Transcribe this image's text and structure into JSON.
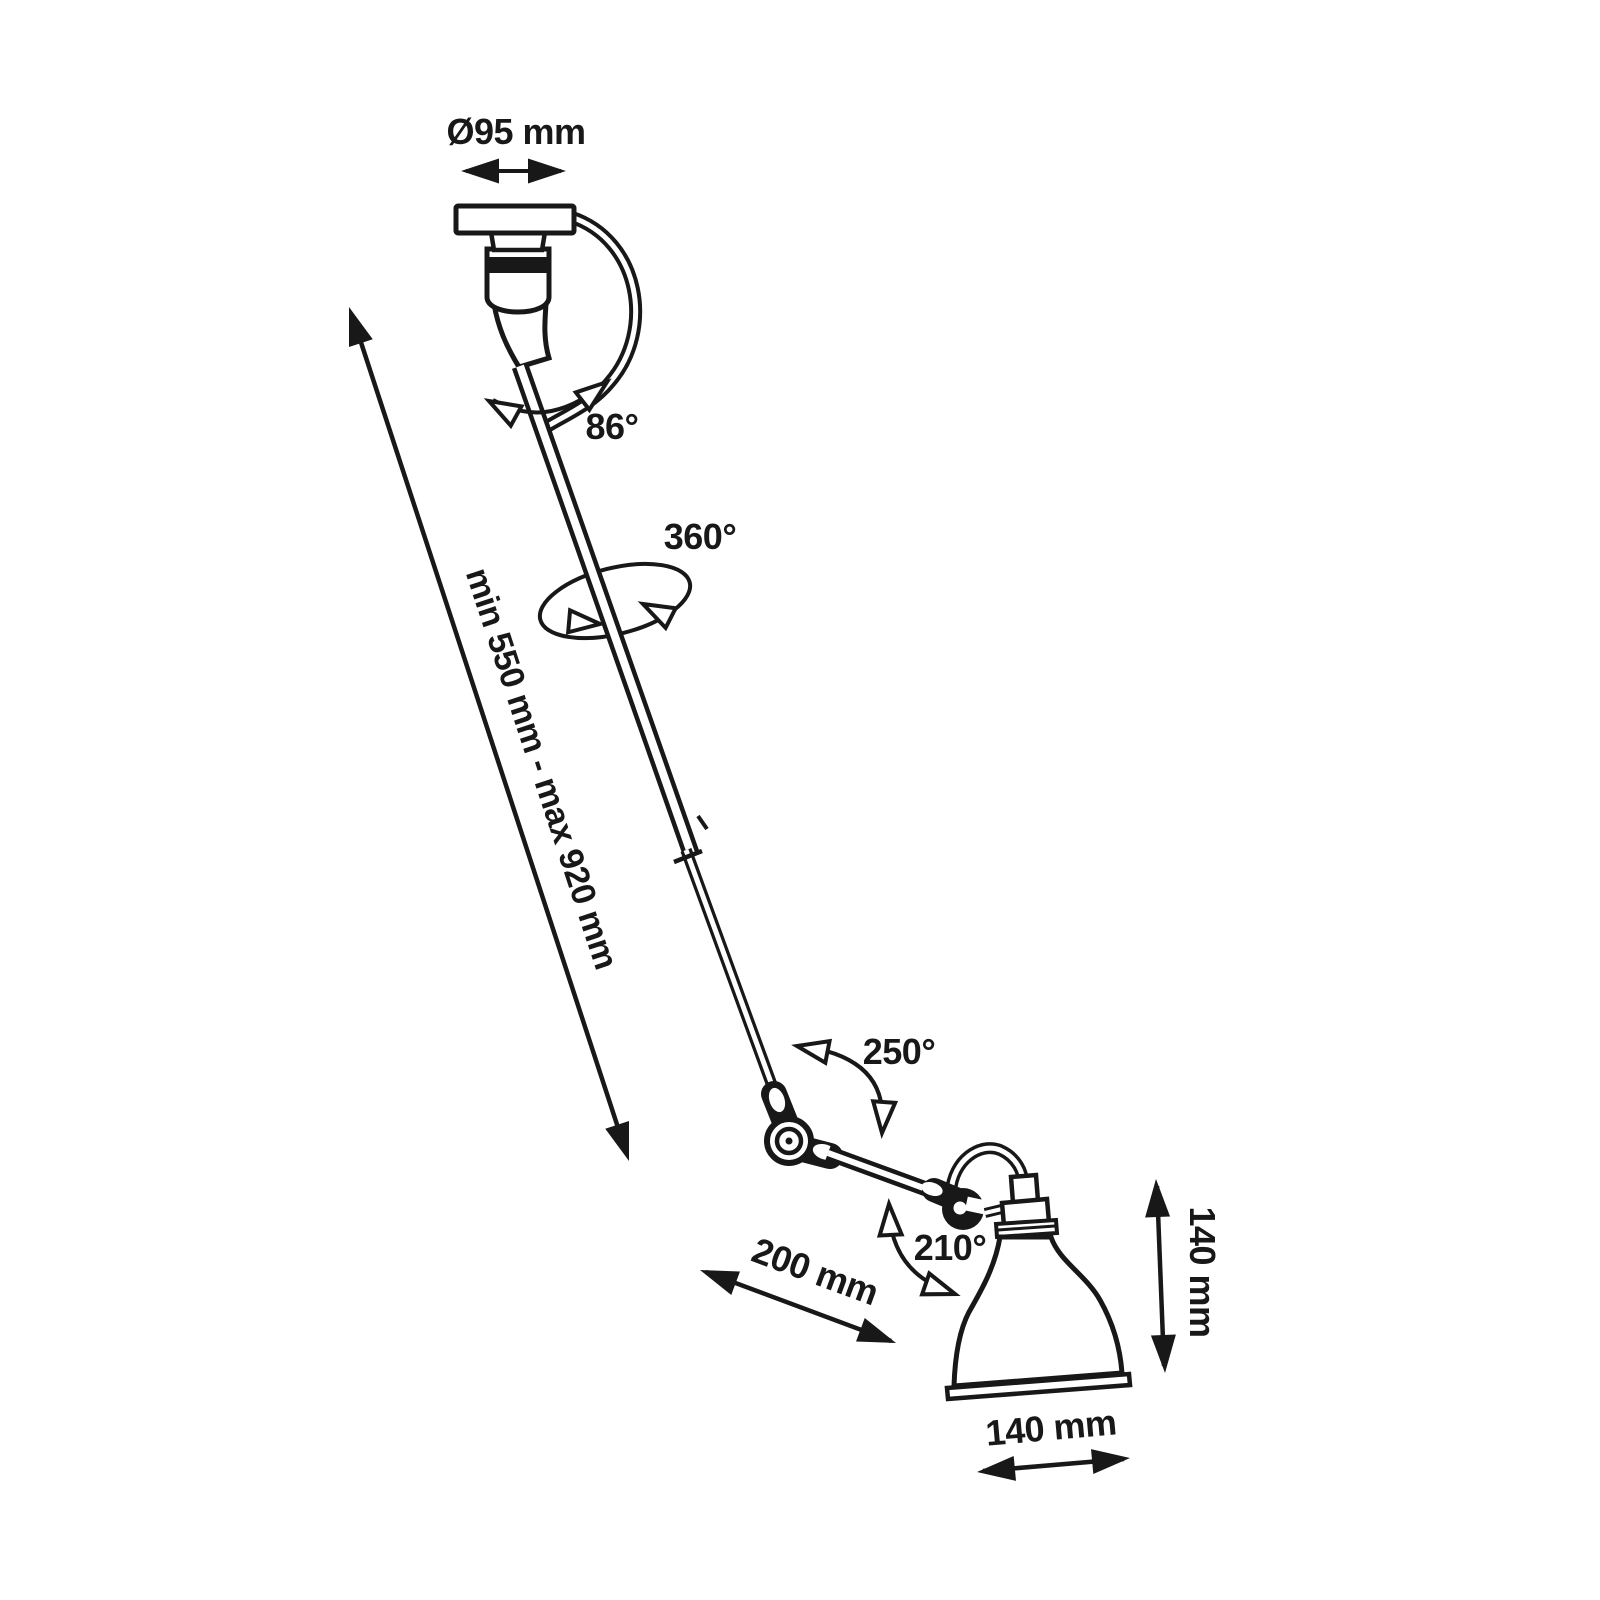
{
  "diagram": {
    "description": "Technical dimension drawing of an articulated pendant lamp with telescopic arm and bell shade",
    "colors": {
      "line": "#181818",
      "background": "#ffffff"
    },
    "labels": {
      "canopy_diameter": "Ø95 mm",
      "swivel_angle": "86°",
      "rotation_angle": "360°",
      "height_range": "min 550 mm - max 920 mm",
      "elbow_angle": "250°",
      "shade_joint_angle": "210°",
      "arm_length": "200 mm",
      "shade_height": "140 mm",
      "shade_diameter": "140 mm"
    }
  }
}
